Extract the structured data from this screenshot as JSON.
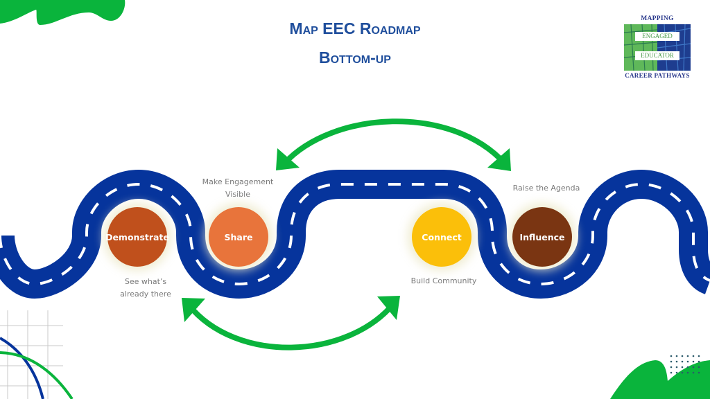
{
  "header": {
    "title": "Map EEC Roadmap",
    "subtitle": "Bottom-up"
  },
  "logo": {
    "top_text": "MAPPING",
    "line1": "ENGAGED",
    "line2": "EDUCATOR",
    "bottom_text": "CAREER PATHWAYS"
  },
  "stages": [
    {
      "name": "Demonstrate",
      "color": "#c0501c",
      "caption": "See what’s already there"
    },
    {
      "name": "Share",
      "color": "#e8743b",
      "caption": "Make Engagement Visible"
    },
    {
      "name": "Connect",
      "color": "#fbbf0a",
      "caption": "Build Community"
    },
    {
      "name": "Influence",
      "color": "#7a3512",
      "caption": "Raise the Agenda"
    }
  ],
  "colors": {
    "road": "#06349c",
    "road_marking": "#ffffff",
    "arrow": "#0ab43c",
    "title": "#1f4e9c",
    "accent_green": "#0ab43c",
    "accent_blue": "#06349c"
  },
  "connections": [
    {
      "from": "Share",
      "to": "Influence",
      "type": "bidirectional-arrow"
    },
    {
      "from": "Demonstrate",
      "to": "Connect",
      "type": "bidirectional-arrow"
    }
  ]
}
